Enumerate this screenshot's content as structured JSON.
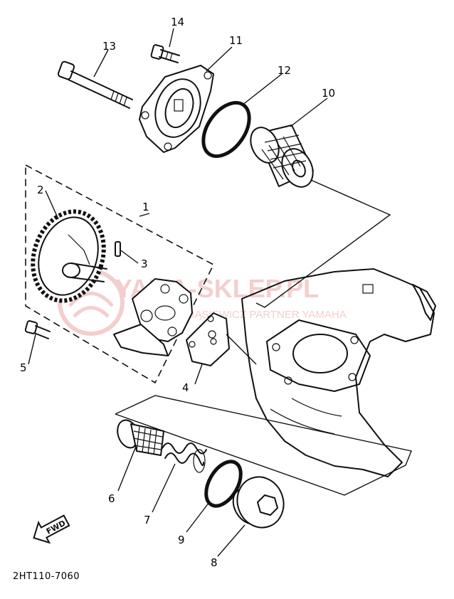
{
  "callouts": [
    "1",
    "2",
    "3",
    "4",
    "5",
    "6",
    "7",
    "8",
    "9",
    "10",
    "11",
    "12",
    "13",
    "14"
  ],
  "fwd_label": "FWD",
  "diagram_code": "2HT110-7060",
  "watermark": {
    "main": "YAMA-SKLEP.PL",
    "sub": "PIOTR GĄSIEWICZ PARTNER YAMAHA"
  }
}
